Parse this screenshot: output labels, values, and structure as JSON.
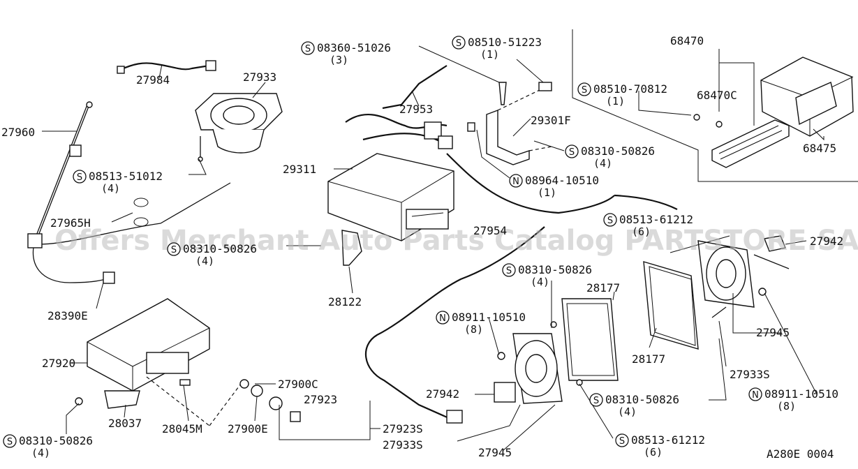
{
  "diagram_id": "A280E 0004",
  "watermark": "Offers Merchant Auto Parts Catalog PARTSTORE.SA",
  "callouts": [
    {
      "id": "c-27960",
      "prefix": "",
      "text": "27960",
      "qty": ""
    },
    {
      "id": "c-27984",
      "prefix": "",
      "text": "27984",
      "qty": ""
    },
    {
      "id": "c-27933-top",
      "prefix": "",
      "text": "27933",
      "qty": ""
    },
    {
      "id": "c-08513-51012",
      "prefix": "S",
      "text": "08513-51012",
      "qty": "(4)"
    },
    {
      "id": "c-27965h",
      "prefix": "",
      "text": "27965H",
      "qty": ""
    },
    {
      "id": "c-08310-50826-left",
      "prefix": "S",
      "text": "08310-50826",
      "qty": "(4)"
    },
    {
      "id": "c-28390e",
      "prefix": "",
      "text": "28390E",
      "qty": ""
    },
    {
      "id": "c-08360-51026",
      "prefix": "S",
      "text": "08360-51026",
      "qty": "(3)"
    },
    {
      "id": "c-08510-51223",
      "prefix": "S",
      "text": "08510-51223",
      "qty": "(1)"
    },
    {
      "id": "c-27953",
      "prefix": "",
      "text": "27953",
      "qty": ""
    },
    {
      "id": "c-29301f",
      "prefix": "",
      "text": "29301F",
      "qty": ""
    },
    {
      "id": "c-29311",
      "prefix": "",
      "text": "29311",
      "qty": ""
    },
    {
      "id": "c-08310-50826-mid",
      "prefix": "S",
      "text": "08310-50826",
      "qty": "(4)"
    },
    {
      "id": "c-08964-10510",
      "prefix": "N",
      "text": "08964-10510",
      "qty": "(1)"
    },
    {
      "id": "c-27954",
      "prefix": "",
      "text": "27954",
      "qty": ""
    },
    {
      "id": "c-28122",
      "prefix": "",
      "text": "28122",
      "qty": ""
    },
    {
      "id": "c-68470",
      "prefix": "",
      "text": "68470",
      "qty": ""
    },
    {
      "id": "c-08510-70812",
      "prefix": "S",
      "text": "08510-70812",
      "qty": "(1)"
    },
    {
      "id": "c-68470c",
      "prefix": "",
      "text": "68470C",
      "qty": ""
    },
    {
      "id": "c-68475",
      "prefix": "",
      "text": "68475",
      "qty": ""
    },
    {
      "id": "c-08513-61212-top",
      "prefix": "S",
      "text": "08513-61212",
      "qty": "(6)"
    },
    {
      "id": "c-27942-right",
      "prefix": "",
      "text": "27942",
      "qty": ""
    },
    {
      "id": "c-08310-50826-spk",
      "prefix": "S",
      "text": "08310-50826",
      "qty": "(4)"
    },
    {
      "id": "c-28177-top",
      "prefix": "",
      "text": "28177",
      "qty": ""
    },
    {
      "id": "c-08911-10510-left",
      "prefix": "N",
      "text": "08911-10510",
      "qty": "(8)"
    },
    {
      "id": "c-27945-right",
      "prefix": "",
      "text": "27945",
      "qty": ""
    },
    {
      "id": "c-28177-bot",
      "prefix": "",
      "text": "28177",
      "qty": ""
    },
    {
      "id": "c-27933s-right",
      "prefix": "",
      "text": "27933S",
      "qty": ""
    },
    {
      "id": "c-08911-10510-right",
      "prefix": "N",
      "text": "08911-10510",
      "qty": "(8)"
    },
    {
      "id": "c-27920",
      "prefix": "",
      "text": "27920",
      "qty": ""
    },
    {
      "id": "c-27900c",
      "prefix": "",
      "text": "27900C",
      "qty": ""
    },
    {
      "id": "c-27923",
      "prefix": "",
      "text": "27923",
      "qty": ""
    },
    {
      "id": "c-27942-left",
      "prefix": "",
      "text": "27942",
      "qty": ""
    },
    {
      "id": "c-08310-50826-low",
      "prefix": "S",
      "text": "08310-50826",
      "qty": "(4)"
    },
    {
      "id": "c-28037",
      "prefix": "",
      "text": "28037",
      "qty": ""
    },
    {
      "id": "c-28045m",
      "prefix": "",
      "text": "28045M",
      "qty": ""
    },
    {
      "id": "c-27900e",
      "prefix": "",
      "text": "27900E",
      "qty": ""
    },
    {
      "id": "c-27923s",
      "prefix": "",
      "text": "27923S",
      "qty": ""
    },
    {
      "id": "c-27933s-left",
      "prefix": "",
      "text": "27933S",
      "qty": ""
    },
    {
      "id": "c-27945-bot",
      "prefix": "",
      "text": "27945",
      "qty": ""
    },
    {
      "id": "c-08513-61212-bot",
      "prefix": "S",
      "text": "08513-61212",
      "qty": "(6)"
    },
    {
      "id": "c-08310-50826-bl",
      "prefix": "S",
      "text": "08310-50826",
      "qty": "(4)"
    }
  ]
}
